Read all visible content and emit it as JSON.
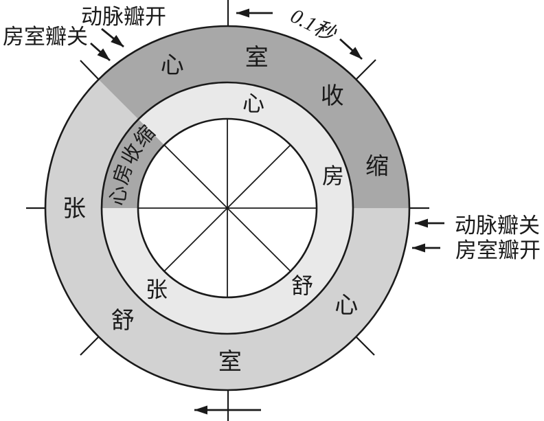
{
  "diagram": {
    "subject": "cardiac-cycle-wheel",
    "annotations": {
      "arterial_valve_open": "动脉瓣开",
      "av_valve_close": "房室瓣关",
      "sector_duration": "0.1秒",
      "arterial_valve_close": "动脉瓣关",
      "av_valve_open": "房室瓣开"
    },
    "rings": {
      "outer": {
        "systole": {
          "name": "心室收缩",
          "chars": [
            "心",
            "室",
            "收",
            "缩"
          ]
        },
        "diastole": {
          "name": "心室舒张",
          "chars": [
            "心",
            "室",
            "舒",
            "张"
          ]
        }
      },
      "inner": {
        "systole": {
          "name": "心房收缩"
        },
        "diastole": {
          "name": "心房舒张",
          "chars": [
            "心",
            "房",
            "舒",
            "张"
          ]
        }
      }
    },
    "colors": {
      "systole_fill": "#a8a8a8",
      "ventricle_diastole_fill": "#d2d2d2",
      "atrium_diastole_fill": "#e9e9e9",
      "line": "#1a1a1a",
      "background": "#ffffff"
    }
  }
}
